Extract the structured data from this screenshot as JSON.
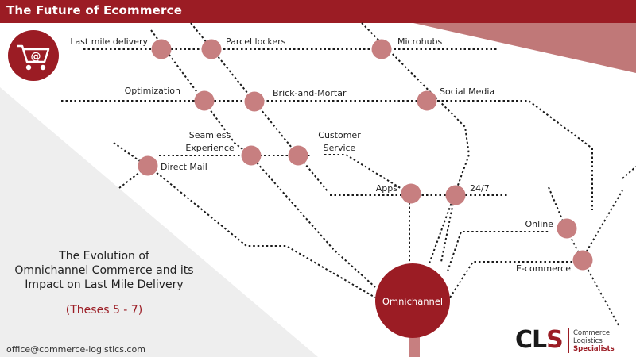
{
  "header": {
    "title": "The Future of Ecommerce"
  },
  "icon": {
    "name": "shopping-cart-icon",
    "glyph": "@"
  },
  "map": {
    "stations": {
      "last_mile_delivery": "Last mile delivery",
      "parcel_lockers": "Parcel lockers",
      "microhubs": "Microhubs",
      "optimization": "Optimization",
      "brick_and_mortar": "Brick-and-Mortar",
      "social_media": "Social Media",
      "seamless_experience_1": "Seamless",
      "seamless_experience_2": "Experience",
      "customer_service_1": "Customer",
      "customer_service_2": "Service",
      "direct_mail": "Direct Mail",
      "apps": "Apps",
      "twentyfour_seven": "24/7",
      "online": "Online",
      "ecommerce": "E-commerce"
    },
    "hub": "Omnichannel"
  },
  "headline": {
    "line1": "The Evolution of",
    "line2": "Omnichannel Commerce and its",
    "line3": "Impact on Last Mile Delivery"
  },
  "subline": "(Theses 5 - 7)",
  "footer": {
    "contact": "office@commerce-logistics.com"
  },
  "logo": {
    "mark_c": "CL",
    "mark_s": "S",
    "line1": "Commerce",
    "line2": "Logistics",
    "line3": "Specialists"
  },
  "colors": {
    "brand_red": "#9b1c24",
    "station_pink": "#c77f80",
    "band_red": "#c07878"
  }
}
